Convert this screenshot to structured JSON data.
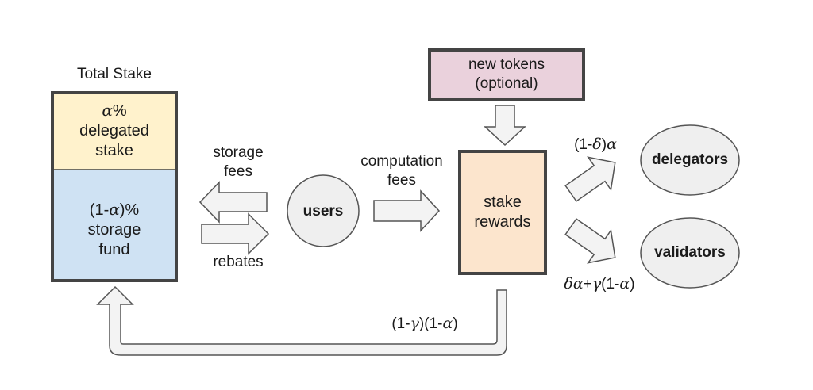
{
  "total_stake": {
    "title": "Total Stake",
    "delegated": {
      "greek": "α",
      "pct": "%",
      "line2": "delegated",
      "line3": "stake"
    },
    "storage": {
      "pre": "(1-",
      "greek": "α",
      "post": ")%",
      "line2": "storage",
      "line3": "fund"
    }
  },
  "storage_fees": {
    "line1": "storage",
    "line2": "fees"
  },
  "rebates": "rebates",
  "users": "users",
  "computation_fees": {
    "line1": "computation",
    "line2": "fees"
  },
  "new_tokens": {
    "line1": "new tokens",
    "line2": "(optional)"
  },
  "stake_rewards": {
    "line1": "stake",
    "line2": "rewards"
  },
  "delegators": "delegators",
  "validators": "validators",
  "delegator_share": {
    "pre": "(1-",
    "g1": "δ",
    "mid": ")",
    "g2": "α"
  },
  "validator_share": {
    "g1": "δα",
    "mid": "+",
    "g2": "γ",
    "post": "(1-",
    "g3": "α",
    "end": ")"
  },
  "return_share": {
    "p1": "(1-",
    "g1": "γ",
    "p2": ")(1-",
    "g2": "α",
    "p3": ")"
  },
  "colors": {
    "delegated_fill": "#fff2cc",
    "storage_fill": "#cfe2f3",
    "new_tokens_fill": "#ead1dc",
    "stake_rewards_fill": "#fce5cd",
    "ellipse_fill": "#efefef",
    "arrow_fill": "#f3f3f3",
    "outline": "#444444"
  }
}
